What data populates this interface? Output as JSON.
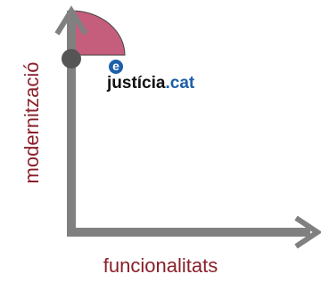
{
  "diagram": {
    "y_axis_label": "modernització",
    "x_axis_label": "funcionalitats",
    "logo": {
      "letter": "e",
      "name": "justícia",
      "tld": ".cat"
    }
  },
  "colors": {
    "axis": "#808080",
    "label": "#8a1f2a",
    "region_fill": "#c45e7c",
    "logo_blue": "#1d5fa8"
  }
}
